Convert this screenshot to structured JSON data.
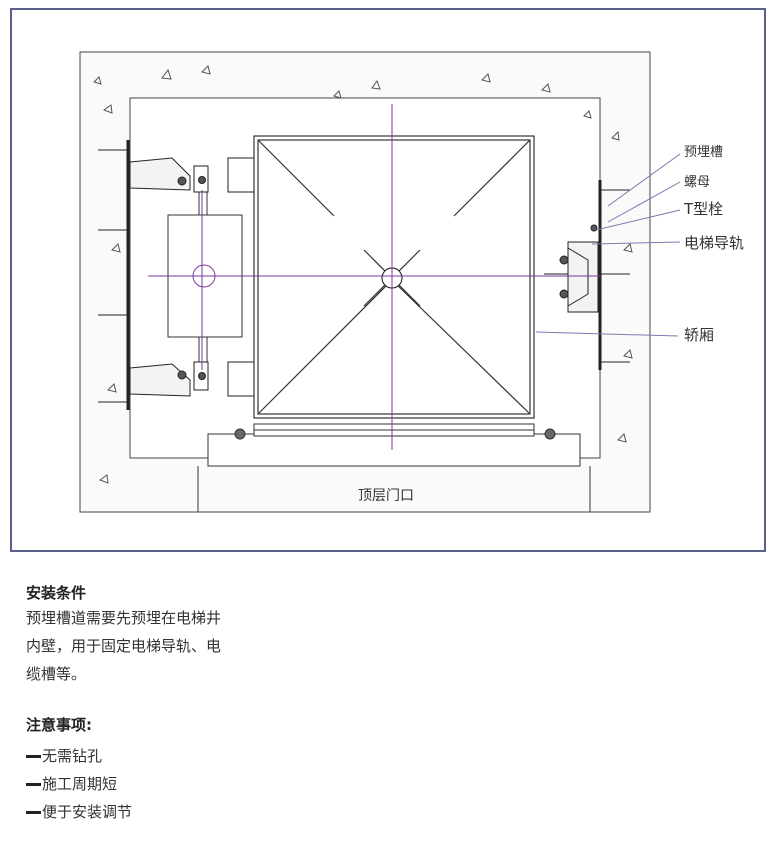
{
  "diagram": {
    "labels": {
      "embedded_channel": "预埋槽",
      "nut": "螺母",
      "t_bolt": "T型栓",
      "guide_rail": "电梯导轨",
      "car": "轿厢",
      "top_door": "顶层门口"
    },
    "colors": {
      "frame": "#5a5f8a",
      "axis": "#7a3a9a",
      "line": "#333333"
    }
  },
  "install": {
    "heading": "安装条件",
    "lines": [
      "预埋槽道需要先预埋在电梯井",
      "内壁，用于固定电梯导轨、电",
      "缆槽等。"
    ]
  },
  "notes": {
    "heading": "注意事项:",
    "items": [
      "无需钻孔",
      "施工周期短",
      "便于安装调节"
    ]
  }
}
